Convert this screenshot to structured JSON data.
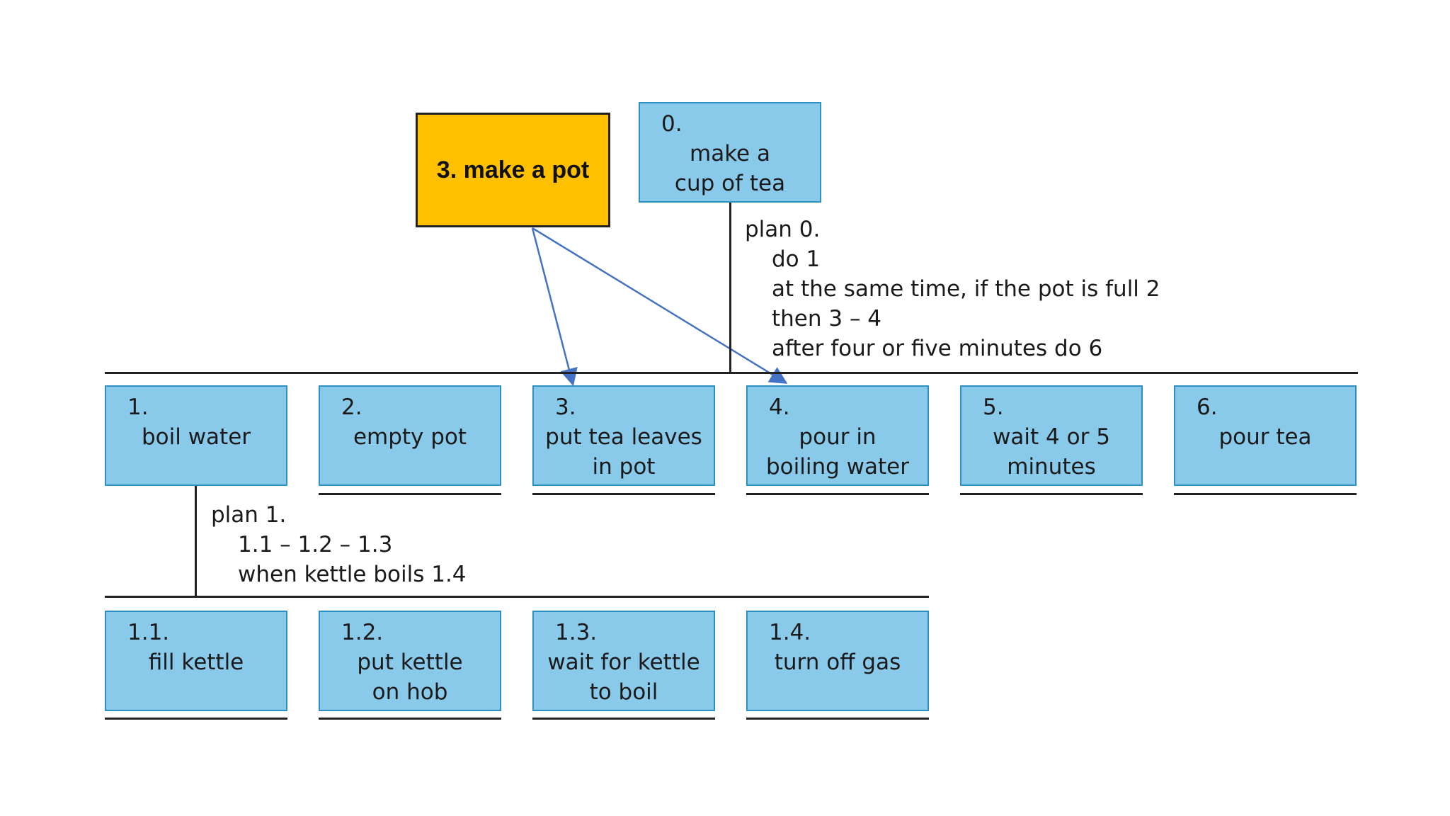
{
  "highlight": {
    "label": "3. make a pot",
    "color": "#ffc000"
  },
  "root": {
    "num": "0.",
    "label": "make a cup of tea"
  },
  "plan0": {
    "title": "plan 0.",
    "lines": [
      "do 1",
      "at the same time, if the pot is full 2",
      "then 3 – 4",
      "after four or five minutes do 6"
    ]
  },
  "level1": [
    {
      "num": "1.",
      "label": "boil water"
    },
    {
      "num": "2.",
      "label": "empty pot"
    },
    {
      "num": "3.",
      "label": "put tea leaves in pot"
    },
    {
      "num": "4.",
      "label": "pour in boiling water"
    },
    {
      "num": "5.",
      "label": "wait 4 or 5 minutes"
    },
    {
      "num": "6.",
      "label": "pour tea"
    }
  ],
  "plan1": {
    "title": "plan 1.",
    "lines": [
      "1.1 – 1.2 – 1.3",
      "when kettle boils 1.4"
    ]
  },
  "level2": [
    {
      "num": "1.1.",
      "label": "fill kettle"
    },
    {
      "num": "1.2.",
      "label": "put kettle on hob"
    },
    {
      "num": "1.3.",
      "label": "wait for kettle to boil"
    },
    {
      "num": "1.4.",
      "label": "turn off gas"
    }
  ],
  "colors": {
    "box_fill": "#89c9ea",
    "arrow": "#4472c4",
    "line": "#222222"
  }
}
